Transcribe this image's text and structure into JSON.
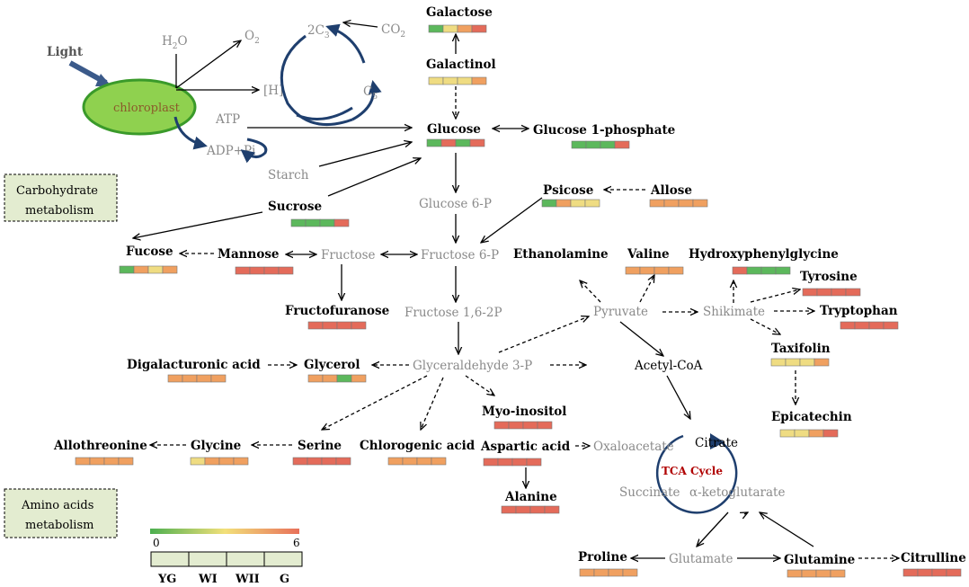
{
  "metabolites": {
    "galactose": "Galactose",
    "galactinol": "Galactinol",
    "glucose": "Glucose",
    "glucose1p": "Glucose 1-phosphate",
    "sucrose": "Sucrose",
    "psicose": "Psicose",
    "allose": "Allose",
    "fucose": "Fucose",
    "mannose": "Mannose",
    "ethanolamine": "Ethanolamine",
    "valine": "Valine",
    "hydroxyphenylglycine": "Hydroxyphenylglycine",
    "tyrosine": "Tyrosine",
    "tryptophan": "Tryptophan",
    "taxifolin": "Taxifolin",
    "epicatechin": "Epicatechin",
    "fructofuranose": "Fructofuranose",
    "digalacturonic": "Digalacturonic acid",
    "glycerol": "Glycerol",
    "myoinositol": "Myo-inositol",
    "allothreonine": "Allothreonine",
    "glycine": "Glycine",
    "serine": "Serine",
    "chlorogenic": "Chlorogenic acid",
    "aspartic": "Aspartic acid",
    "alanine": "Alanine",
    "proline": "Proline",
    "glutamine": "Glutamine",
    "citrulline": "Citrulline"
  },
  "intermediates": {
    "glucose6p": "Glucose 6-P",
    "fructose": "Fructose",
    "fructose6p": "Fructose 6-P",
    "fructose16": "Fructose 1,6-2P",
    "pyruvate": "Pyruvate",
    "shikimate": "Shikimate",
    "g3p": "Glyceraldehyde 3-P",
    "acetylcoa": "Acetyl-CoA",
    "oxaloacetate": "Oxaloacetate",
    "citrate": "Citrate",
    "succinate": "Succinate",
    "akg": "α-ketoglutarate",
    "glutamate": "Glutamate",
    "starch": "Starch",
    "tca": "TCA Cycle"
  },
  "photosynthesis": {
    "light": "Light",
    "chloroplast": "chloroplast",
    "h2o_main": "H",
    "h2o_sub": "2",
    "h2o_end": "O",
    "o2_main": "O",
    "o2_sub": "2",
    "h": "[H]",
    "atp": "ATP",
    "adp": "ADP+Pi",
    "c3_pre": "2C",
    "c3_sub": "3",
    "co2_main": "CO",
    "co2_sub": "2",
    "c5_main": "C",
    "c5_sub": "5"
  },
  "boxes": {
    "carb_line1": "Carbohydrate",
    "carb_line2": "metabolism",
    "amino_line1": "Amino acids",
    "amino_line2": "metabolism"
  },
  "legend": {
    "min": "0",
    "max": "6",
    "stages": [
      "YG",
      "WI",
      "WII",
      "G"
    ],
    "colors": {
      "low": "#4caf50",
      "mid": "#f2e07a",
      "high": "#e8705a"
    }
  },
  "colors": {
    "green": "#5cb85c",
    "yellow": "#efdc82",
    "orange": "#f0a060",
    "red": "#e46b5a",
    "chloroplast_fill": "#8fd14f",
    "cycle_blue": "#1f3f6e"
  }
}
